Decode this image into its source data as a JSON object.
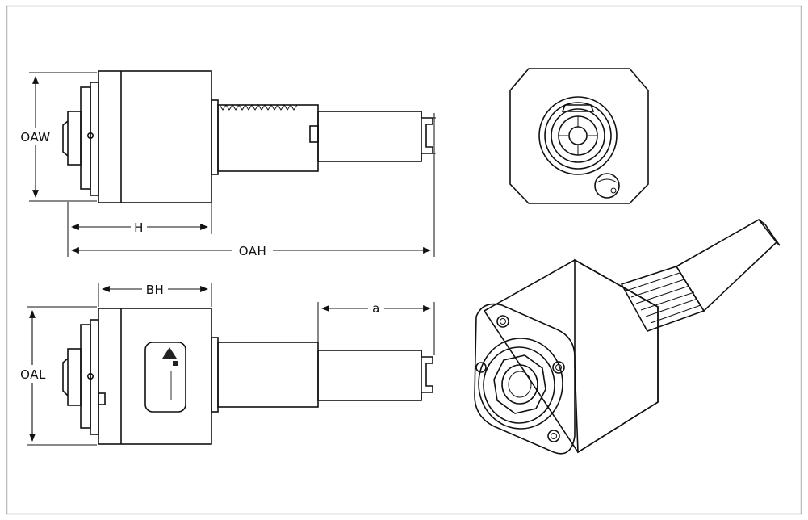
{
  "labels": {
    "oaw": "OAW",
    "h": "H",
    "oah": "OAH",
    "bh": "BH",
    "a": "a",
    "oal": "OAL"
  },
  "colors": {
    "frame": "#b9b9b9",
    "ink": "#111111",
    "body_fill": "#ffffff",
    "shade": "#e8e8e8"
  }
}
